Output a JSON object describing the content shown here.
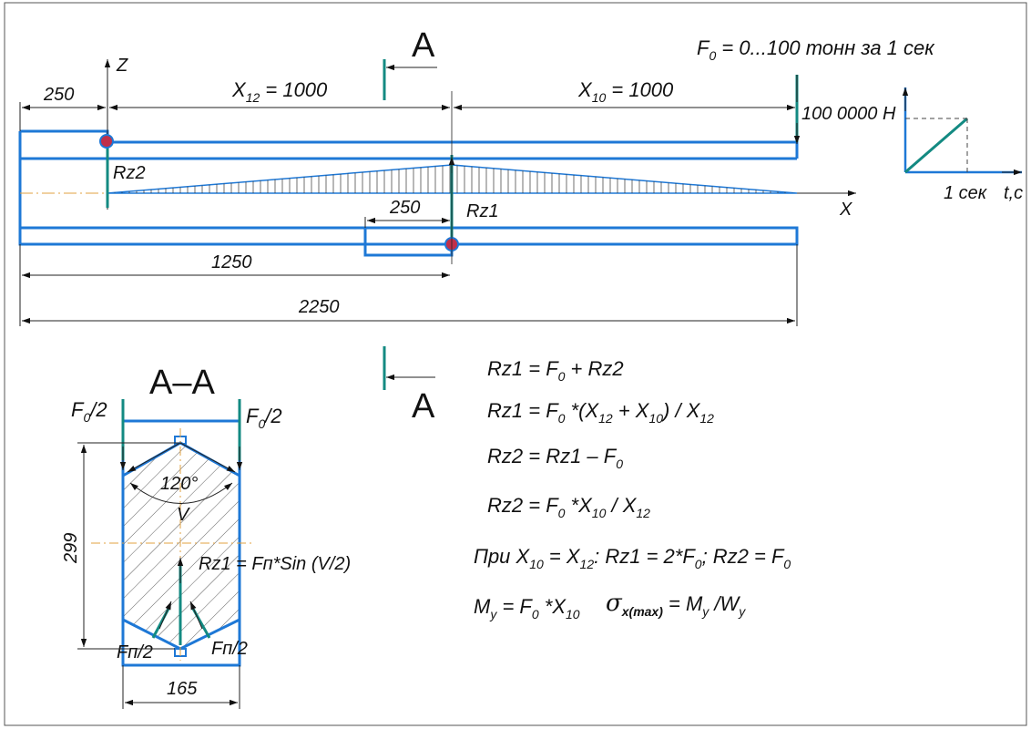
{
  "section_marks": {
    "top": "A",
    "bottom": "A",
    "section_title": "A–A"
  },
  "force_spec": {
    "symbol": "F",
    "sub": "0",
    "text": " = 0...100 тонн за 1 сек"
  },
  "dimensions": {
    "left_overhang": "250",
    "x12": {
      "sym": "X",
      "sub": "12",
      "val": " = 1000"
    },
    "x10": {
      "sym": "X",
      "sub": "10",
      "val": " = 1000"
    },
    "support_width": "250",
    "len_1250": "1250",
    "len_2250": "2250",
    "sect_height": "299",
    "sect_width": "165"
  },
  "axes": {
    "z": "Z",
    "x": "X"
  },
  "labels": {
    "rz2": "Rz2",
    "rz1": "Rz1",
    "force_top": "100 0000 Н",
    "angle": "120°",
    "v": "V",
    "rz1_formula": "Rz1 = Fп*Sin (V/2)",
    "fn_left": "Fп/2",
    "fn_right": "Fп/2",
    "f0_half": "/2",
    "f0_sym": "F",
    "f0_sub": "0"
  },
  "time_graph": {
    "x_label": "t,c",
    "tick": "1 сек"
  },
  "formulas": {
    "f1": {
      "a": "Rz1 = F",
      "a_sub": "0",
      "b": " + Rz2"
    },
    "f2": {
      "a": "Rz1 = F",
      "a_sub": "0",
      "b": " *(X",
      "b_sub": "12",
      "c": " + X",
      "c_sub": "10",
      "d": ") / X",
      "d_sub": "12"
    },
    "f3": {
      "a": "Rz2 = Rz1 – F",
      "a_sub": "0"
    },
    "f4": {
      "a": "Rz2 = F",
      "a_sub": "0",
      "b": " *X",
      "b_sub": "10",
      "c": " / X",
      "c_sub": "12"
    },
    "f5": {
      "a": "При X",
      "a_sub": "10",
      "b": " = X",
      "b_sub": "12",
      "c": ":  Rz1 = 2*F",
      "c_sub": "0",
      "d": "; Rz2 = F",
      "d_sub": "0"
    },
    "f6": {
      "a": "M",
      "a_sub": "y",
      "b": " = F",
      "b_sub": "0",
      "c": " *X",
      "c_sub": "10"
    },
    "f7": {
      "sigma": "σ",
      "sig_sub": "x(max)",
      "b": " = M",
      "b_sub": "y",
      "c": " /W",
      "c_sub": "y"
    }
  },
  "colors": {
    "beam": "#1e78d6",
    "force": "#138a82",
    "dot": "#c0304a",
    "axis": "#e0a040"
  }
}
